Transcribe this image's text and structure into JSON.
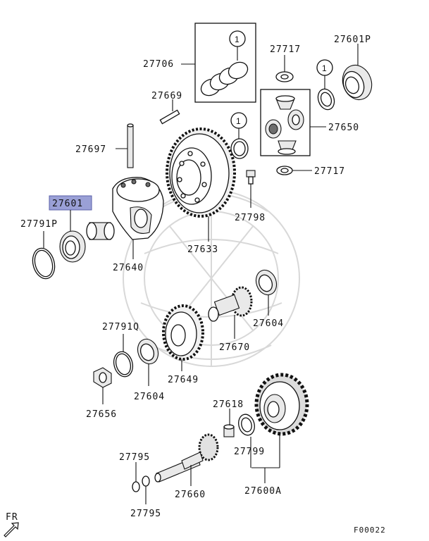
{
  "diagram": {
    "labels": {
      "l27706": "27706",
      "l27717a": "27717",
      "l27601P": "27601P",
      "l27669": "27669",
      "l27650": "27650",
      "l27697": "27697",
      "l27717b": "27717",
      "l27601": "27601",
      "l27791P": "27791P",
      "l27798": "27798",
      "l27633": "27633",
      "l27640": "27640",
      "l27604a": "27604",
      "l27791Q": "27791Q",
      "l27670": "27670",
      "l27649": "27649",
      "l27604b": "27604",
      "l27656": "27656",
      "l27618": "27618",
      "l27799": "27799",
      "l27795a": "27795",
      "l27660": "27660",
      "l27600A": "27600A",
      "l27795b": "27795"
    },
    "ref_markers": [
      "1",
      "1",
      "1"
    ],
    "highlighted_part": "27601",
    "direction_label": "FR",
    "figure_code": "F00022"
  }
}
